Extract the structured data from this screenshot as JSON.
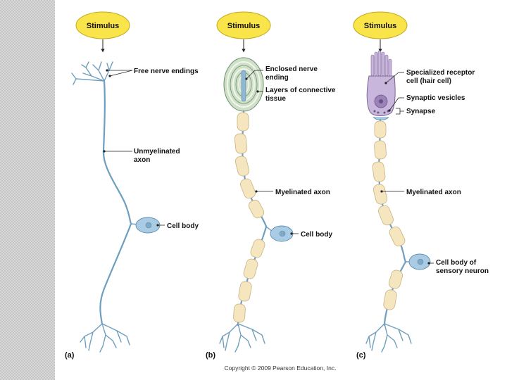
{
  "panels": [
    {
      "letter": "(a)",
      "stimulus": "Stimulus",
      "labels": {
        "free_nerve_endings": "Free nerve endings",
        "axon_line1": "Unmyelinated",
        "axon_line2": "axon",
        "cell_body": "Cell body"
      }
    },
    {
      "letter": "(b)",
      "stimulus": "Stimulus",
      "labels": {
        "enclosed_line1": "Enclosed nerve",
        "enclosed_line2": "ending",
        "connective_line1": "Layers of connective",
        "connective_line2": "tissue",
        "myelinated_axon": "Myelinated axon",
        "cell_body": "Cell body"
      }
    },
    {
      "letter": "(c)",
      "stimulus": "Stimulus",
      "labels": {
        "receptor_line1": "Specialized receptor",
        "receptor_line2": "cell (hair cell)",
        "synaptic_vesicles": "Synaptic vesicles",
        "synapse": "Synapse",
        "myelinated_axon": "Myelinated axon",
        "cell_body_line1": "Cell body of",
        "cell_body_line2": "sensory neuron"
      }
    }
  ],
  "copyright": "Copyright © 2009 Pearson Education, Inc.",
  "colors": {
    "stimulus_fill": "#f9e54a",
    "axon": "#6f9fbe",
    "myelin": "#f5e6c0",
    "cell_body": "#a9cce4",
    "hair_cell": "#c9b6dc"
  }
}
